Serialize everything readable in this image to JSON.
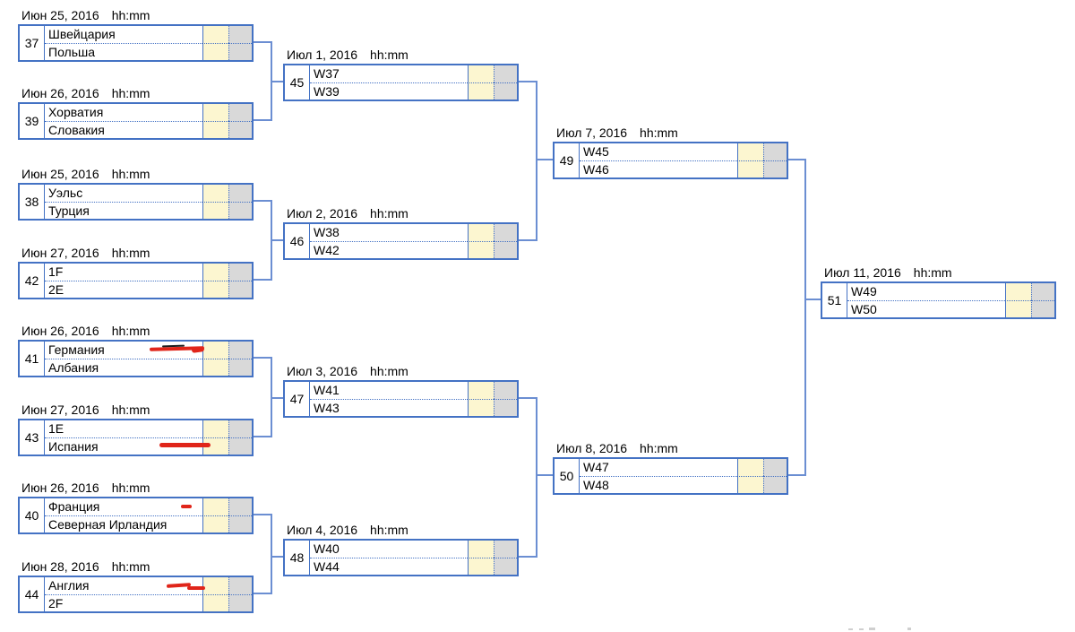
{
  "colors": {
    "box_border_blue": "#4472C4",
    "connector_blue": "#6B8ED2",
    "score_cell_yellow": "#FCF6D0",
    "score_cell_gray": "#D9D9D9",
    "annotation_red": "#E0251A",
    "annotation_black": "#1c1c1c"
  },
  "matches": {
    "m37": {
      "number": "37",
      "date": "Июн 25, 2016",
      "time": "hh:mm",
      "teams": [
        "Швейцария",
        "Польша"
      ]
    },
    "m39": {
      "number": "39",
      "date": "Июн 26, 2016",
      "time": "hh:mm",
      "teams": [
        "Хорватия",
        "Словакия"
      ]
    },
    "m38": {
      "number": "38",
      "date": "Июн 25, 2016",
      "time": "hh:mm",
      "teams": [
        "Уэльс",
        "Турция"
      ]
    },
    "m42": {
      "number": "42",
      "date": "Июн 27, 2016",
      "time": "hh:mm",
      "teams": [
        "1F",
        "2E"
      ]
    },
    "m41": {
      "number": "41",
      "date": "Июн 26, 2016",
      "time": "hh:mm",
      "teams": [
        "Германия",
        "Албания"
      ]
    },
    "m43": {
      "number": "43",
      "date": "Июн 27, 2016",
      "time": "hh:mm",
      "teams": [
        "1E",
        "Испания"
      ]
    },
    "m40": {
      "number": "40",
      "date": "Июн 26, 2016",
      "time": "hh:mm",
      "teams": [
        "Франция",
        "Северная Ирландия"
      ]
    },
    "m44": {
      "number": "44",
      "date": "Июн 28, 2016",
      "time": "hh:mm",
      "teams": [
        "Англия",
        "2F"
      ]
    },
    "m45": {
      "number": "45",
      "date": "Июл 1, 2016",
      "time": "hh:mm",
      "teams": [
        "W37",
        "W39"
      ]
    },
    "m46": {
      "number": "46",
      "date": "Июл 2, 2016",
      "time": "hh:mm",
      "teams": [
        "W38",
        "W42"
      ]
    },
    "m47": {
      "number": "47",
      "date": "Июл 3, 2016",
      "time": "hh:mm",
      "teams": [
        "W41",
        "W43"
      ]
    },
    "m48": {
      "number": "48",
      "date": "Июл 4, 2016",
      "time": "hh:mm",
      "teams": [
        "W40",
        "W44"
      ]
    },
    "m49": {
      "number": "49",
      "date": "Июл 7, 2016",
      "time": "hh:mm",
      "teams": [
        "W45",
        "W46"
      ]
    },
    "m50": {
      "number": "50",
      "date": "Июл 8, 2016",
      "time": "hh:mm",
      "teams": [
        "W47",
        "W48"
      ]
    },
    "m51": {
      "number": "51",
      "date": "Июл 11, 2016",
      "time": "hh:mm",
      "teams": [
        "W49",
        "W50"
      ]
    }
  },
  "annotations": {
    "type": "hand-drawn red strokes",
    "marked_rows": [
      "Германия",
      "Испания",
      "Франция",
      "Англия"
    ]
  }
}
